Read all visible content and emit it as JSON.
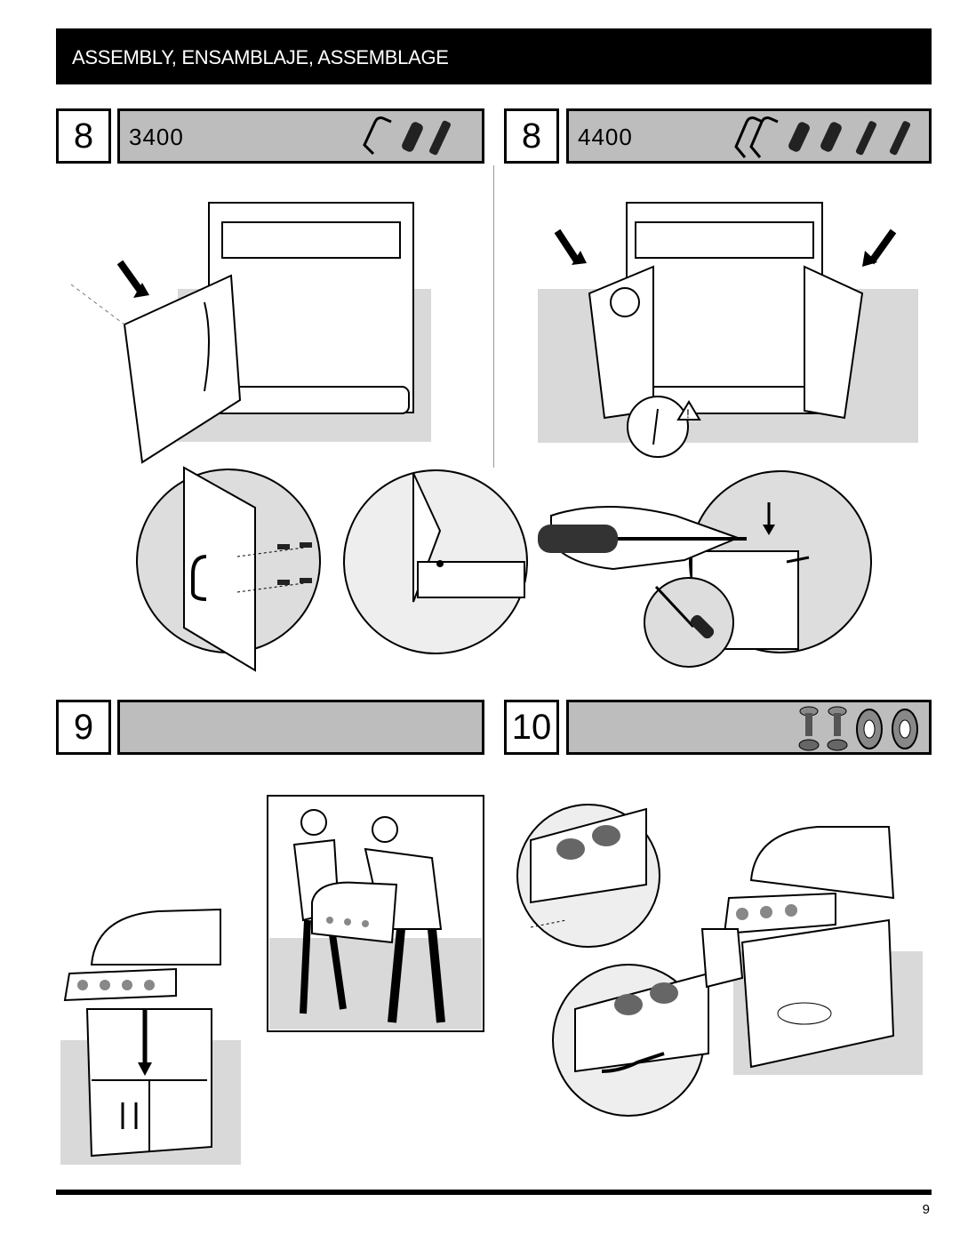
{
  "header": {
    "title": "ASSEMBLY, ENSAMBLAJE, ASSEMBLAGE"
  },
  "steps": {
    "step8a": {
      "number": "8",
      "model": "3400"
    },
    "step8b": {
      "number": "8",
      "model": "4400"
    },
    "step9": {
      "number": "9"
    },
    "step10": {
      "number": "10"
    }
  },
  "icons": {
    "step8a": [
      "handle-icon",
      "screw-icon",
      "screw-icon"
    ],
    "step8b": [
      "handle-icon",
      "handle-icon",
      "screw-icon",
      "screw-icon",
      "screw-icon",
      "screw-icon"
    ],
    "step10": [
      "bolt-washer-icon",
      "bolt-washer-icon",
      "nut-icon",
      "nut-icon"
    ]
  },
  "colors": {
    "header_bg": "#000000",
    "label_bg": "#bdbdbd",
    "panel_gray": "#d9d9d9"
  },
  "footer": {
    "page_number": "9"
  }
}
